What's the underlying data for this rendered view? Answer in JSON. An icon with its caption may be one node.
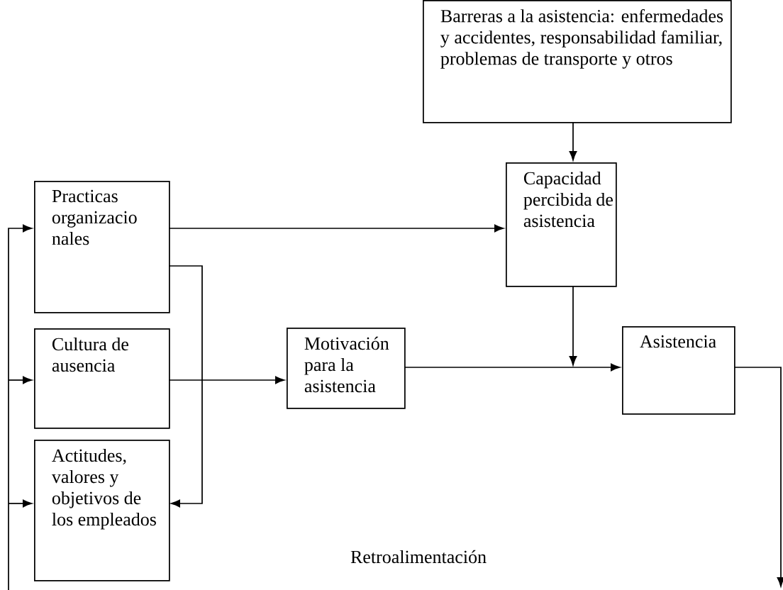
{
  "diagram": {
    "nodes": [
      {
        "text": [
          "Barreras a la asistencia: enfermedades y accidentes, responsabilidad familiar, problemas de transporte y otros"
        ]
      },
      {
        "text": [
          "Practicas organizacio nales"
        ]
      },
      {
        "text": [
          "Capacidad percibida de asistencia"
        ]
      },
      {
        "text": [
          "Cultura de ausencia"
        ]
      },
      {
        "text": [
          "Motivación para la asistencia"
        ]
      },
      {
        "text": [
          "Asistencia"
        ]
      },
      {
        "text": [
          "Actitudes, valores y objetivos de los empleados"
        ]
      }
    ],
    "edges": [
      {
        "from": 0,
        "to": 2,
        "arrow": "to"
      },
      {
        "from": 1,
        "to": 2,
        "arrow": "to"
      },
      {
        "from": 1,
        "to": 6,
        "arrow": "to"
      },
      {
        "from": 3,
        "to": 4,
        "arrow": "to"
      },
      {
        "from": 4,
        "to": 5,
        "arrow": "to"
      },
      {
        "from": 2,
        "to": 5,
        "arrow": "to"
      },
      {
        "from": 5,
        "to": null,
        "arrow": "to"
      },
      {
        "from": null,
        "to": 1,
        "arrow": "to"
      },
      {
        "from": null,
        "to": 3,
        "arrow": "to"
      },
      {
        "from": null,
        "to": 6,
        "arrow": "to"
      }
    ],
    "labels": [
      "Retroalimentación"
    ]
  }
}
